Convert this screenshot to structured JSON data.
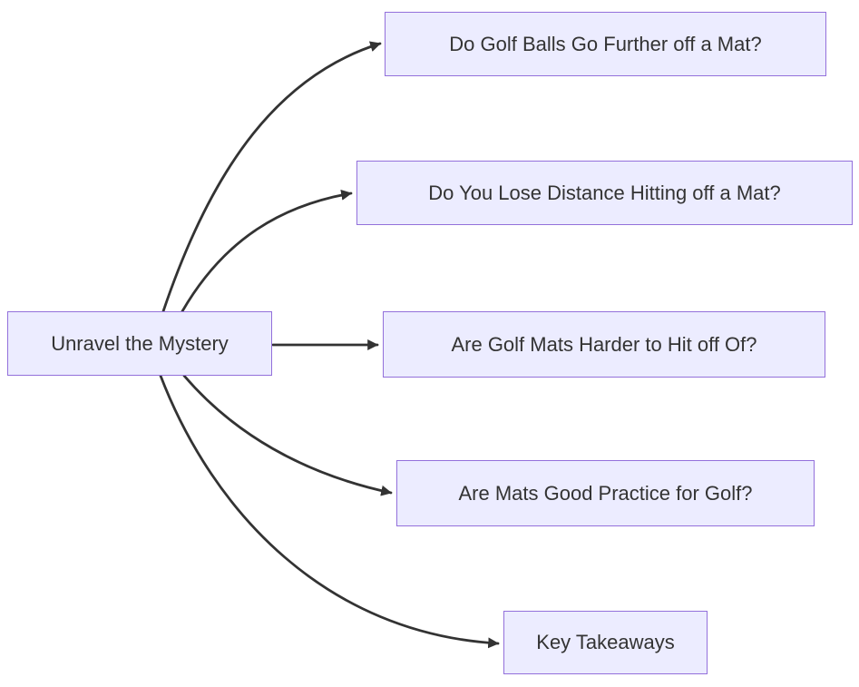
{
  "diagram": {
    "type": "flowchart",
    "direction": "left-to-right",
    "root": {
      "id": "root",
      "label": "Unravel the Mystery"
    },
    "nodes": [
      {
        "id": "q1",
        "label": "Do Golf Balls Go Further off a Mat?"
      },
      {
        "id": "q2",
        "label": "Do You Lose Distance Hitting off a Mat?"
      },
      {
        "id": "q3",
        "label": "Are Golf Mats Harder to Hit off Of?"
      },
      {
        "id": "q4",
        "label": "Are Mats Good Practice for Golf?"
      },
      {
        "id": "q5",
        "label": "Key Takeaways"
      }
    ],
    "edges": [
      {
        "from": "root",
        "to": "q1",
        "style": "curved-arrow"
      },
      {
        "from": "root",
        "to": "q2",
        "style": "curved-arrow"
      },
      {
        "from": "root",
        "to": "q3",
        "style": "straight-arrow"
      },
      {
        "from": "root",
        "to": "q4",
        "style": "curved-arrow"
      },
      {
        "from": "root",
        "to": "q5",
        "style": "curved-arrow"
      }
    ],
    "colors": {
      "node_fill": "#ECECFF",
      "node_border": "#9370DB",
      "edge": "#333333",
      "text": "#333333",
      "background": "#FFFFFF"
    }
  }
}
